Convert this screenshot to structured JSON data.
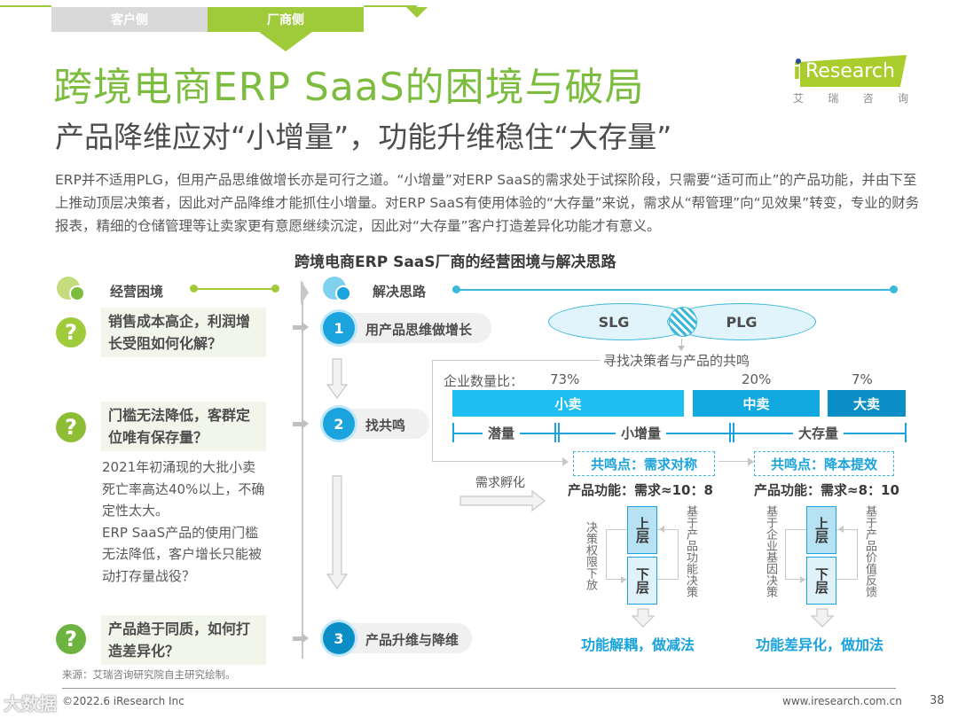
{
  "tabs": [
    {
      "label": "客户侧",
      "active": false
    },
    {
      "label": "厂商侧",
      "active": true
    }
  ],
  "colors": {
    "brand_green": "#9fca3a",
    "title_green": "#7cbc3e",
    "accent_blue": "#1aa3dd",
    "seg_small": "#1fbef0",
    "seg_mid": "#12a8e0",
    "seg_large": "#0b8dc6"
  },
  "header": {
    "title": "跨境电商ERP SaaS的困境与破局",
    "subtitle": "产品降维应对“小增量”，功能升维稳住“大存量”"
  },
  "logo": {
    "text": "Research",
    "cn_chars": [
      "艾",
      "瑞",
      "咨",
      "询"
    ]
  },
  "intro": "ERP并不适用PLG，但用产品思维做增长亦是可行之道。“小增量”对ERP SaaS的需求处于试探阶段，只需要“适可而止”的产品功能，并由下至上推动顶层决策者，因此对产品降维才能抓住小增量。对ERP SaaS有使用体验的“大存量”来说，需求从“帮管理”向“见效果”转变，专业的财务报表，精细的仓储管理等让卖家更有意愿继续沉淀，因此对“大存量”客户打造差异化功能才有意义。",
  "chart_title": "跨境电商ERP SaaS厂商的经营困境与解决思路",
  "left": {
    "section_label": "经营困境",
    "questions": [
      {
        "icon": "question-mark-icon",
        "text": "销售成本高企，利润增长受阻如何化解？"
      },
      {
        "icon": "question-mark-icon",
        "text": "门槛无法降低，客群定位唯有保存量？"
      },
      {
        "icon": "question-mark-icon",
        "text": "产品趋于同质，如何打造差异化？"
      }
    ],
    "detail": "2021年初涌现的大批小卖死亡率高达40%以上，不确定性太大。\nERP  SaaS产品的使用门槛无法降低，客户增长只能被动打存量战役？"
  },
  "right": {
    "section_label": "解决思路",
    "steps": [
      {
        "num": "1",
        "label": "用产品思维做增长"
      },
      {
        "num": "2",
        "label": "找共鸣"
      },
      {
        "num": "3",
        "label": "产品升维与降维"
      }
    ],
    "venn": {
      "left": "SLG",
      "right": "PLG",
      "caption": "寻找决策者与产品的共鸣"
    },
    "ratio_label": "企业数量比：",
    "segments": [
      {
        "label": "小卖",
        "pct": "73%"
      },
      {
        "label": "中卖",
        "pct": "20%"
      },
      {
        "label": "大卖",
        "pct": "7%"
      }
    ],
    "ranges": [
      "潜量",
      "小增量",
      "大存量"
    ],
    "incubate_label": "需求孵化",
    "columns": [
      {
        "resonance": "共鸣点：需求对称",
        "func_ratio": "产品功能：需求≈10：8",
        "upper": "上层",
        "lower": "下层",
        "left_vtext": "决策权限下放",
        "right_vtext": "基于产品功能决策",
        "outcome": "功能解耦，做减法"
      },
      {
        "resonance": "共鸣点：降本提效",
        "func_ratio": "产品功能：需求≈8：10",
        "upper": "上层",
        "lower": "下层",
        "left_vtext": "基于企业基因决策",
        "right_vtext": "基于产品价值反馈",
        "outcome": "功能差异化，做加法"
      }
    ]
  },
  "footer": {
    "source": "来源：艾瑞咨询研究院自主研究绘制。",
    "copyright": "©2022.6 iResearch Inc",
    "url": "www.iresearch.com.cn",
    "page": "38",
    "watermark": "大数据"
  }
}
